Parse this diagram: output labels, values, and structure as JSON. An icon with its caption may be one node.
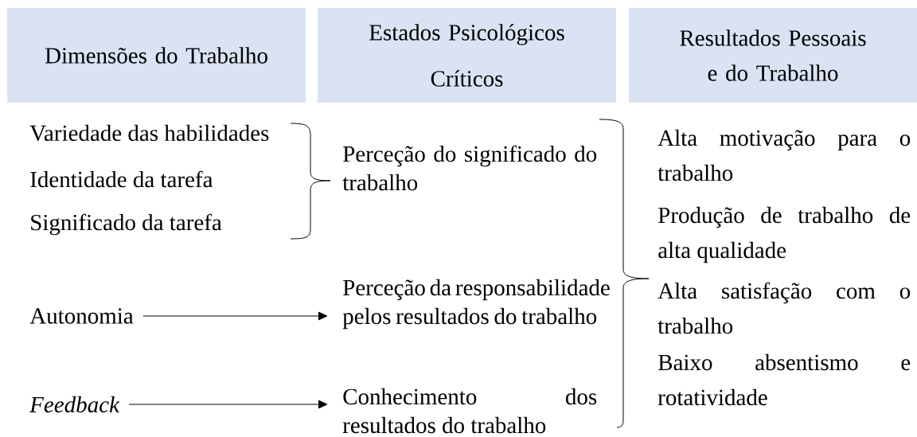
{
  "diagram": {
    "nodes": [
      {
        "text": [
          "Dimensões do Trabalho"
        ]
      },
      {
        "text": [
          "Estados Psicológicos Críticos"
        ]
      },
      {
        "text": [
          "Resultados Pessoais e do Trabalho"
        ]
      },
      {
        "text": [
          "Variedade das habilidades"
        ]
      },
      {
        "text": [
          "Identidade da tarefa"
        ]
      },
      {
        "text": [
          "Significado da tarefa"
        ]
      },
      {
        "text": [
          "Perceção do significado do trabalho"
        ]
      },
      {
        "text": [
          "Autonomia"
        ]
      },
      {
        "text": [
          "Perceção da responsabilidade pelos resultados do trabalho"
        ]
      },
      {
        "text": [
          "Feedback"
        ]
      },
      {
        "text": [
          "Conhecimento dos resultados do trabalho"
        ]
      },
      {
        "text": [
          "Alta motivação para o trabalho"
        ]
      },
      {
        "text": [
          "Produção de trabalho de alta qualidade"
        ]
      },
      {
        "text": [
          "Alta satisfação com o trabalho"
        ]
      },
      {
        "text": [
          "Baixo absentismo e rotatividade"
        ]
      }
    ],
    "edges": [
      {
        "from": 7,
        "to": 8,
        "arrow": "to"
      },
      {
        "from": 9,
        "to": 10,
        "arrow": "to"
      }
    ]
  }
}
